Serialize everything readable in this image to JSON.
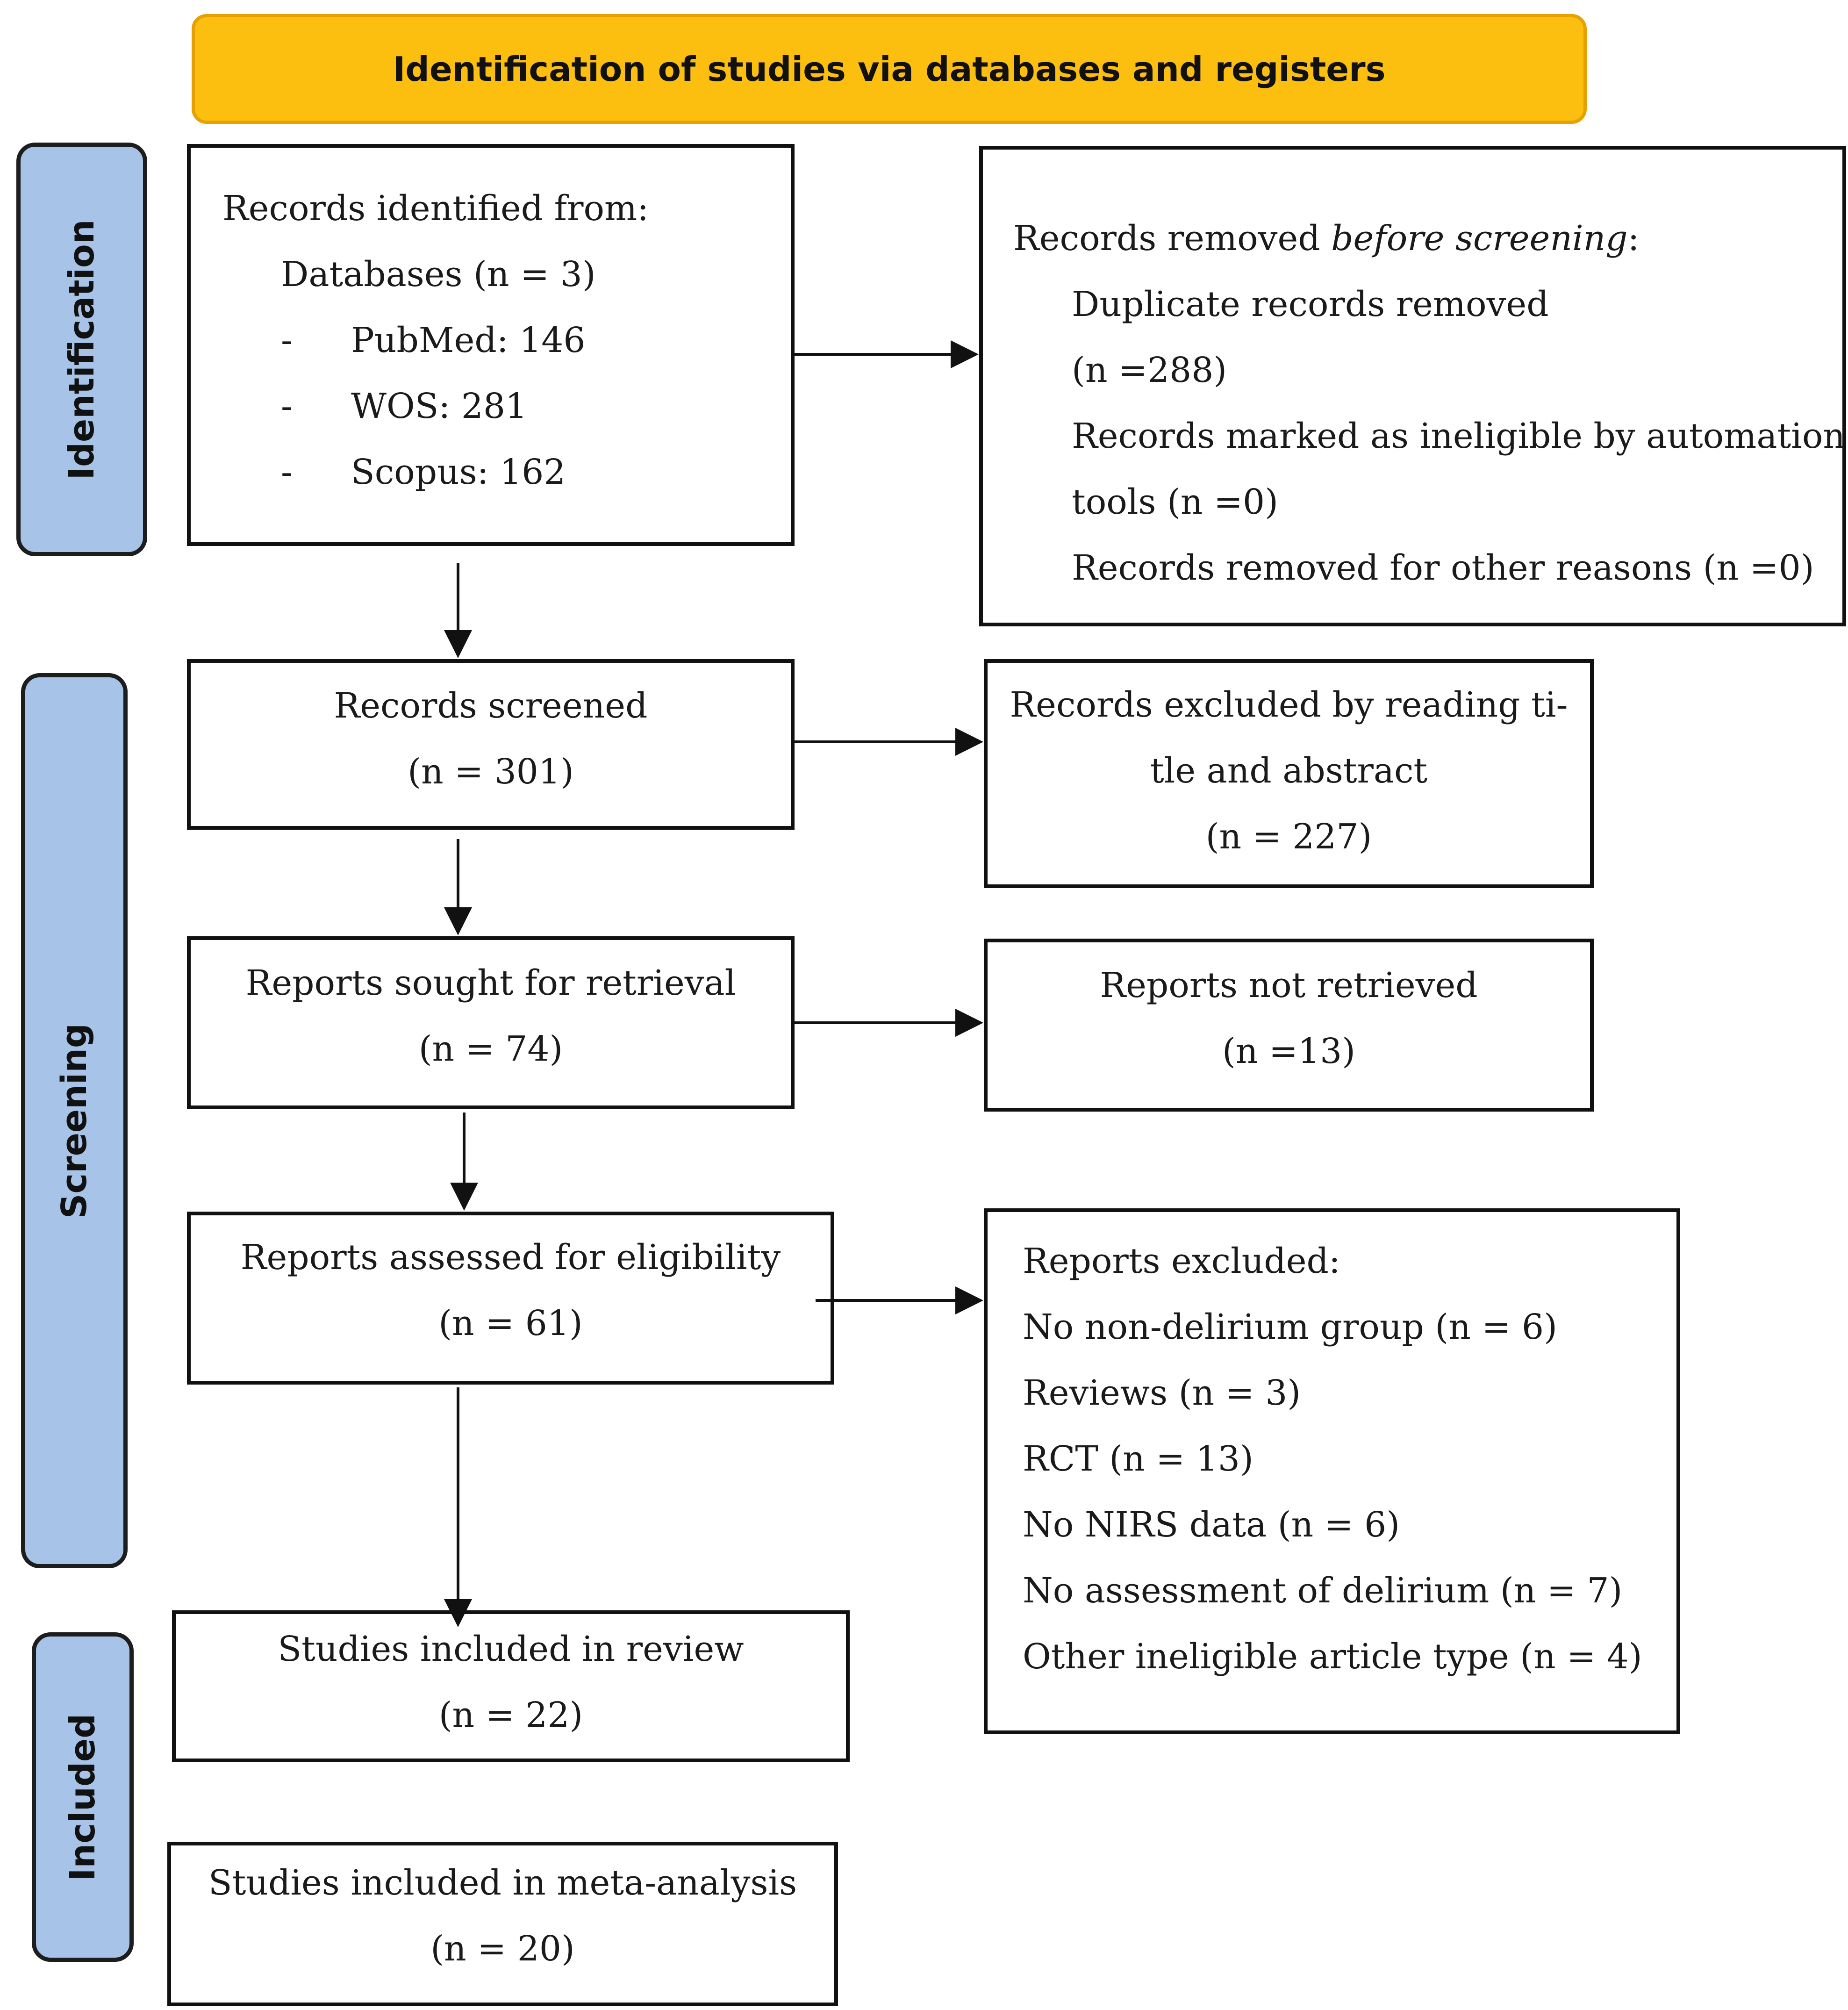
{
  "header": {
    "title": "Identification of studies via databases and registers"
  },
  "phases": {
    "identification": "Identification",
    "screening": "Screening",
    "included": "Included"
  },
  "records_identified": {
    "title": "Records identified from:",
    "databases": "Databases (n = 3)",
    "sources": [
      {
        "dash": "-",
        "label": "PubMed: 146"
      },
      {
        "dash": "-",
        "label": "WOS: 281"
      },
      {
        "dash": "-",
        "label": "Scopus: 162"
      }
    ]
  },
  "records_removed": {
    "title_prefix": "Records removed ",
    "title_italic": "before screening",
    "title_suffix": ":",
    "lines": [
      "Duplicate records removed",
      "(n =288)",
      "Records marked as ineligible by automation",
      "tools (n =0)",
      "Records removed for other reasons (n =0)"
    ]
  },
  "records_screened": {
    "label": "Records screened",
    "count": "(n = 301)"
  },
  "records_excluded": {
    "line1": "Records excluded by reading ti-",
    "line2": "tle and abstract",
    "count": "(n = 227)"
  },
  "reports_sought": {
    "label": "Reports sought for retrieval",
    "count": "(n = 74)"
  },
  "reports_not_retrieved": {
    "label": "Reports not retrieved",
    "count": "(n =13)"
  },
  "reports_assessed": {
    "label": "Reports assessed for eligibility",
    "count": "(n = 61)"
  },
  "reports_excluded": {
    "title": "Reports excluded:",
    "reasons": [
      "No non-delirium group (n = 6)",
      "Reviews (n = 3)",
      "RCT (n = 13)",
      "No NIRS data (n = 6)",
      "No assessment of delirium (n = 7)",
      "Other ineligible article type (n = 4)"
    ]
  },
  "studies_review": {
    "label": "Studies included in review",
    "count": "(n = 22)"
  },
  "studies_meta": {
    "label": "Studies included in meta-analysis",
    "count": "(n = 20)"
  },
  "colors": {
    "header_fill": "#fdbf0f",
    "header_border": "#e6a100",
    "phase_fill": "#a7c4e8",
    "line": "#111111"
  }
}
